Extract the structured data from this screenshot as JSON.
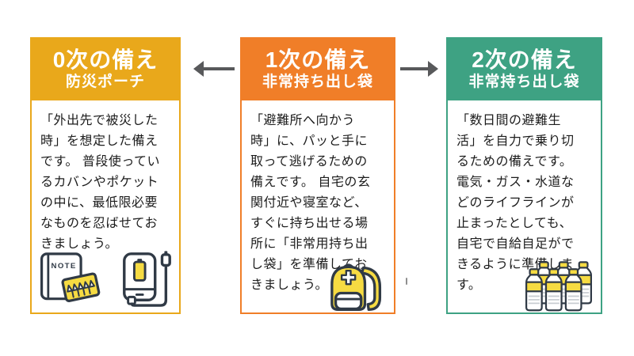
{
  "colors": {
    "arrow": "#58595B",
    "body_text": "#1C1C1C",
    "icon_outline": "#303A46",
    "icon_yellow": "#F6DB42",
    "bottle_ridge": "#C9CDD2"
  },
  "cards": [
    {
      "title": "0次の備え",
      "subtitle": "防災ポーチ",
      "header_color": "#E9A81B",
      "border_color": "#E9A81B",
      "body": "「外出先で被災した\n時」を想定した備え\nです。 普段使ってい\nるカバンやポケット\nの中に、最低限必要\nなものを忍ばせてお\nきましょう。",
      "icons": [
        "notebook-and-crayons-icon",
        "power-bank-icon"
      ]
    },
    {
      "title": "1次の備え",
      "subtitle": "非常持ち出し袋",
      "header_color": "#F07E28",
      "border_color": "#F07E28",
      "body": "「避難所へ向かう\n時」に、パッと手に\n取って逃げるための\n備えです。 自宅の玄\n関付近や寝室など、\nすぐに持ち出せる場\n所に「非常用持ち出\nし袋」を準備してお\nきましょう。",
      "icons": [
        "emergency-backpack-icon"
      ]
    },
    {
      "title": "2次の備え",
      "subtitle": "非常持ち出し袋",
      "header_color": "#3EA283",
      "border_color": "#3EA283",
      "body": "「数日間の避難生\n活」を自力で乗り切\nるための備えです。\n電気・ガス・水道な\nどのライフラインが\n止まったとしても、\n自宅で自給自足がで\nきるように準備しま\nす。",
      "icons": [
        "water-bottles-icon"
      ]
    }
  ],
  "icons": {
    "note_label": "NOTE",
    "arrow_left": "arrow-left-icon",
    "arrow_right": "arrow-right-icon"
  }
}
